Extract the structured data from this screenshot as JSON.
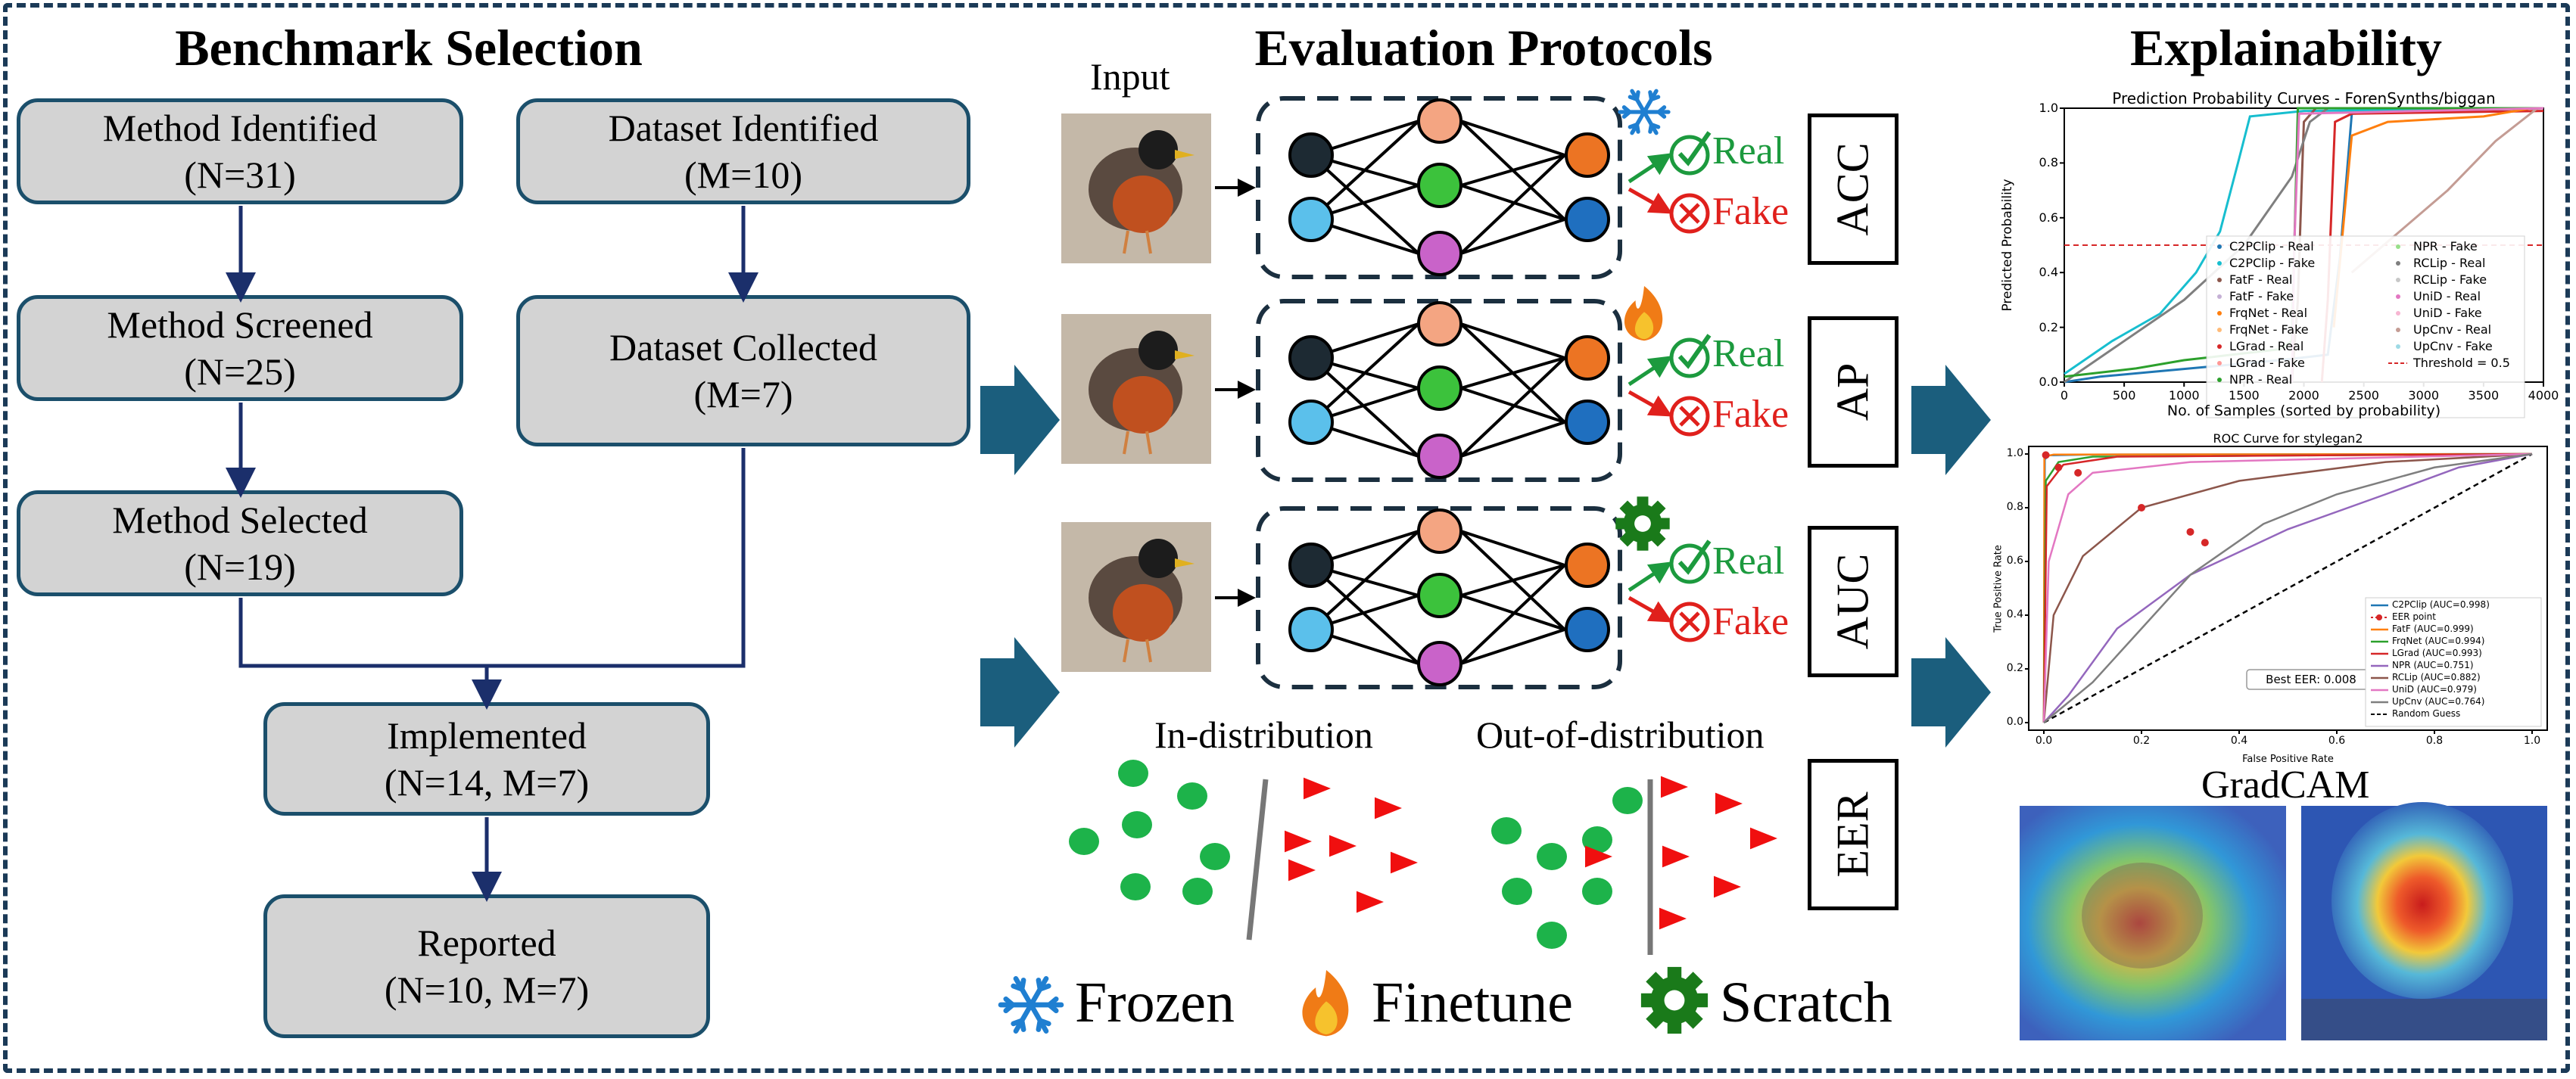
{
  "titles": {
    "benchmark": "Benchmark Selection",
    "evaluation": "Evaluation Protocols",
    "explainability": "Explainability"
  },
  "flow": {
    "method_identified": {
      "label": "Method Identified",
      "count": "(N=31)"
    },
    "method_screened": {
      "label": "Method Screened",
      "count": "(N=25)"
    },
    "method_selected": {
      "label": "Method Selected",
      "count": "(N=19)"
    },
    "dataset_identified": {
      "label": "Dataset Identified",
      "count": "(M=10)"
    },
    "dataset_collected": {
      "label": "Dataset Collected",
      "count": "(M=7)"
    },
    "implemented": {
      "label": "Implemented",
      "count": "(N=14, M=7)"
    },
    "reported": {
      "label": "Reported",
      "count": "(N=10, M=7)"
    }
  },
  "evaluation": {
    "input_label": "Input",
    "real_label": "Real",
    "fake_label": "Fake",
    "metrics": [
      "ACC",
      "AP",
      "AUC",
      "EER"
    ],
    "in_distribution": "In-distribution",
    "out_of_distribution": "Out-of-distribution",
    "legend": {
      "frozen": "Frozen",
      "finetune": "Finetune",
      "scratch": "Scratch"
    }
  },
  "colors": {
    "frame": "#1b3a57",
    "box_fill": "#d3d3d3",
    "box_border": "#1b4f6b",
    "arrow": "#1b5e7d",
    "real": "#1c9a3e",
    "fake": "#e0201c",
    "snow": "#1f7fd1",
    "fire": "#f07b16",
    "gear": "#1a7a1a",
    "node_dark": "#1d2a33",
    "node_light_blue": "#5bc0eb",
    "node_peach": "#f4a582",
    "node_green": "#3cc23c",
    "node_purple": "#c963c9",
    "node_orange": "#ec7423",
    "node_blue": "#1f6fbf"
  },
  "prob_chart": {
    "type": "line",
    "title": "Prediction Probability Curves - ForenSynths/biggan",
    "xlabel": "No. of Samples (sorted by probability)",
    "ylabel": "Predicted Probability",
    "xlim": [
      0,
      4000
    ],
    "ylim": [
      0,
      1
    ],
    "xticks": [
      0,
      500,
      1000,
      1500,
      2000,
      2500,
      3000,
      3500,
      4000
    ],
    "yticks": [
      0.0,
      0.2,
      0.4,
      0.6,
      0.8,
      1.0
    ],
    "threshold": 0.5,
    "legend_col1": [
      "C2PClip - Real",
      "C2PClip - Fake",
      "FatF - Real",
      "FatF - Fake",
      "FrqNet - Real",
      "FrqNet - Fake",
      "LGrad - Real",
      "LGrad - Fake",
      "NPR - Real"
    ],
    "legend_col2": [
      "NPR - Fake",
      "RCLip - Real",
      "RCLip - Fake",
      "UniD - Real",
      "UniD - Fake",
      "UpCnv - Real",
      "UpCnv - Fake",
      "Threshold = 0.5"
    ]
  },
  "roc_chart": {
    "type": "line",
    "title": "ROC Curve for stylegan2",
    "xlabel": "False Positive Rate",
    "ylabel": "True Positive Rate",
    "xlim": [
      0,
      1
    ],
    "ylim": [
      0,
      1
    ],
    "xticks": [
      0.0,
      0.2,
      0.4,
      0.6,
      0.8,
      1.0
    ],
    "yticks": [
      0.0,
      0.2,
      0.4,
      0.6,
      0.8,
      1.0
    ],
    "best_eer": "Best EER: 0.008",
    "legend": [
      "C2PClip (AUC=0.998)",
      "EER point",
      "FatF (AUC=0.999)",
      "FrqNet (AUC=0.994)",
      "LGrad (AUC=0.993)",
      "NPR (AUC=0.751)",
      "RCLip (AUC=0.882)",
      "UniD (AUC=0.979)",
      "UpCnv (AUC=0.764)",
      "Random Guess"
    ],
    "series_colors": [
      "#1f77b4",
      "#d62728",
      "#ff7f0e",
      "#2ca02c",
      "#d62728",
      "#9467bd",
      "#8c564b",
      "#e377c2",
      "#7f7f7f",
      "#000000"
    ],
    "eer_points": [
      [
        0.004,
        0.996
      ],
      [
        0.03,
        0.95
      ],
      [
        0.07,
        0.93
      ],
      [
        0.2,
        0.8
      ],
      [
        0.3,
        0.71
      ],
      [
        0.33,
        0.67
      ]
    ]
  },
  "gradcam": {
    "title": "GradCAM"
  }
}
